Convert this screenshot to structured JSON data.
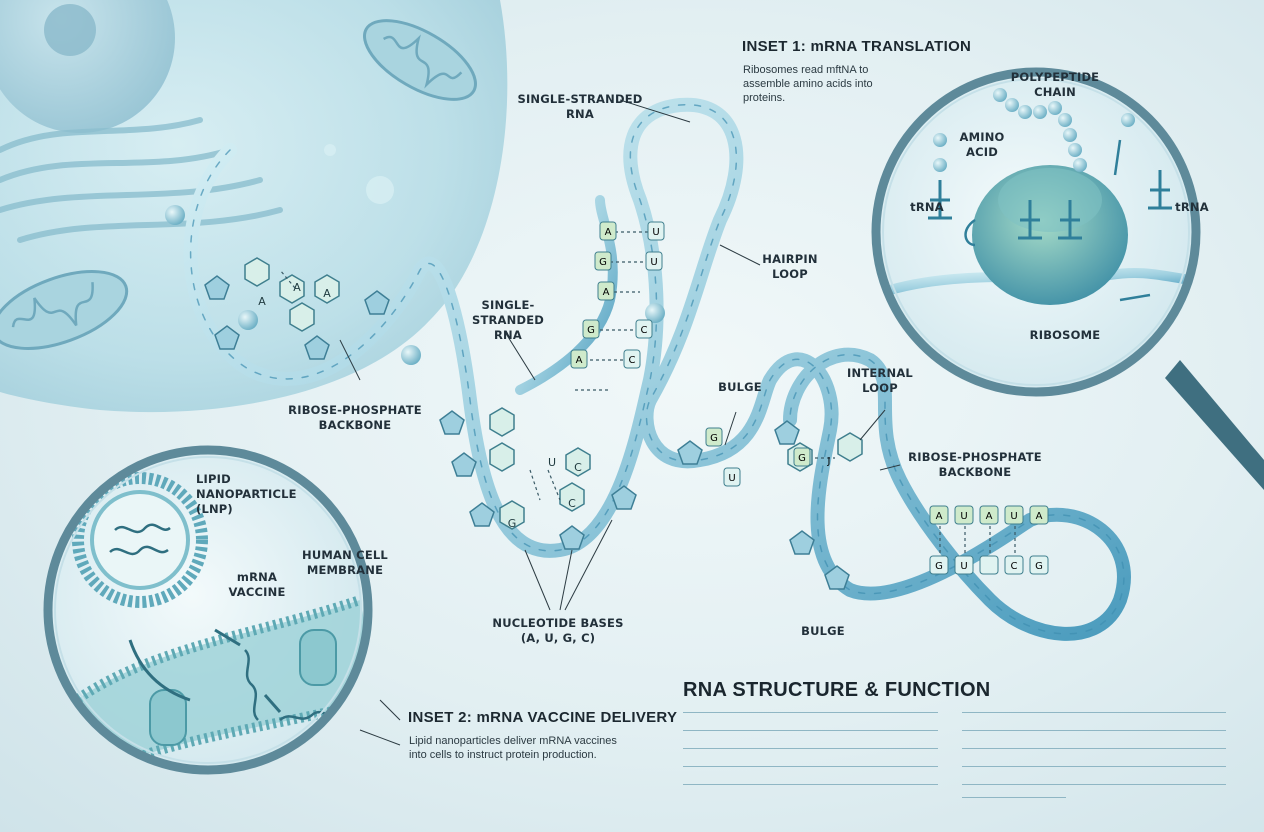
{
  "title": "RNA STRUCTURE & FUNCTION",
  "labels": {
    "ss_rna_top": "SINGLE-STRANDED RNA",
    "ss_rna_mid": "SINGLE-STRANDED\nRNA",
    "hairpin_loop": "HAIRPIN\nLOOP",
    "backbone_left": "RIBOSE-PHOSPHATE\nBACKBONE",
    "backbone_right": "RIBOSE-PHOSPHATE\nBACKBONE",
    "bulge_top": "BULGE",
    "bulge_bottom": "BULGE",
    "internal_loop": "INTERNAL\nLOOP",
    "nucleotide_bases": "NUCLEOTIDE BASES\n(A, U, G, C)"
  },
  "inset1": {
    "title": "INSET 1: mRNA TRANSLATION",
    "description": "Ribosomes read mftNA to assemble amino acids into proteins.",
    "labels": {
      "polypeptide": "POLYPEPTIDE\nCHAIN",
      "amino_acid": "AMINO\nACID",
      "trna_left": "tRNA",
      "trna_right": "tRNA",
      "ribosome": "RIBOSOME"
    }
  },
  "inset2": {
    "title": "INSET 2: mRNA VACCINE DELIVERY",
    "description": "Lipid nanoparticles deliver mRNA vaccines into cells to instruct protein production.",
    "labels": {
      "lnp": "LIPID\nNANOPARTICLE\n(LNP)",
      "vaccine": "mRNA\nVACCINE",
      "membrane": "HUMAN CELL\nMEMBRANE"
    }
  },
  "bases": {
    "hairpin_left": [
      "A",
      "G",
      "A",
      "G",
      "A"
    ],
    "hairpin_right": [
      "U",
      "U",
      "",
      "C",
      "C"
    ],
    "central": [
      "A",
      "A",
      "A",
      "G",
      "C",
      "U",
      "C"
    ],
    "bulge": [
      "G",
      "U",
      "G",
      "J"
    ],
    "stem_top": [
      "A",
      "U",
      "A",
      "U",
      "A"
    ],
    "stem_bottom": [
      "G",
      "U",
      "",
      "C",
      "G"
    ]
  },
  "colors": {
    "backbone_light": "#bfe3ec",
    "backbone_dark": "#4a9bbd",
    "base_fill": "#cfeacb",
    "base_stroke": "#3f7f8e",
    "accent_teal": "#2f7f9a",
    "lens_rim": "#5e8a9a",
    "handle": "#3f6f80"
  }
}
